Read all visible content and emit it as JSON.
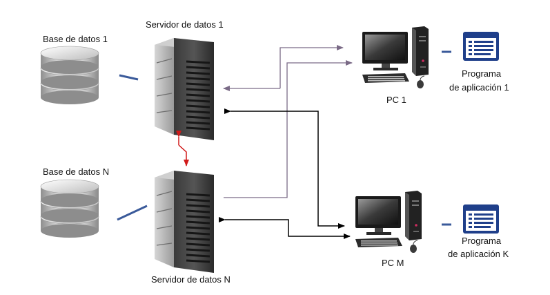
{
  "labels": {
    "db1": "Base de datos 1",
    "dbN": "Base de datos N",
    "server1": "Servidor de datos 1",
    "serverN": "Servidor de datos N",
    "pc1": "PC 1",
    "pcM": "PC M",
    "app1_line1": "Programa",
    "app1_line2": "de aplicación 1",
    "appK_line1": "Programa",
    "appK_line2": "de aplicación K"
  },
  "colors": {
    "link_pc1": "#7a6a86",
    "link_pcM": "#000000",
    "server_link": "#d11a1a",
    "db_link": "#3a5a9a",
    "app_icon": "#1f3f8a"
  },
  "icons": [
    "database-icon",
    "server-icon",
    "desktop-pc-icon",
    "application-window-icon"
  ]
}
